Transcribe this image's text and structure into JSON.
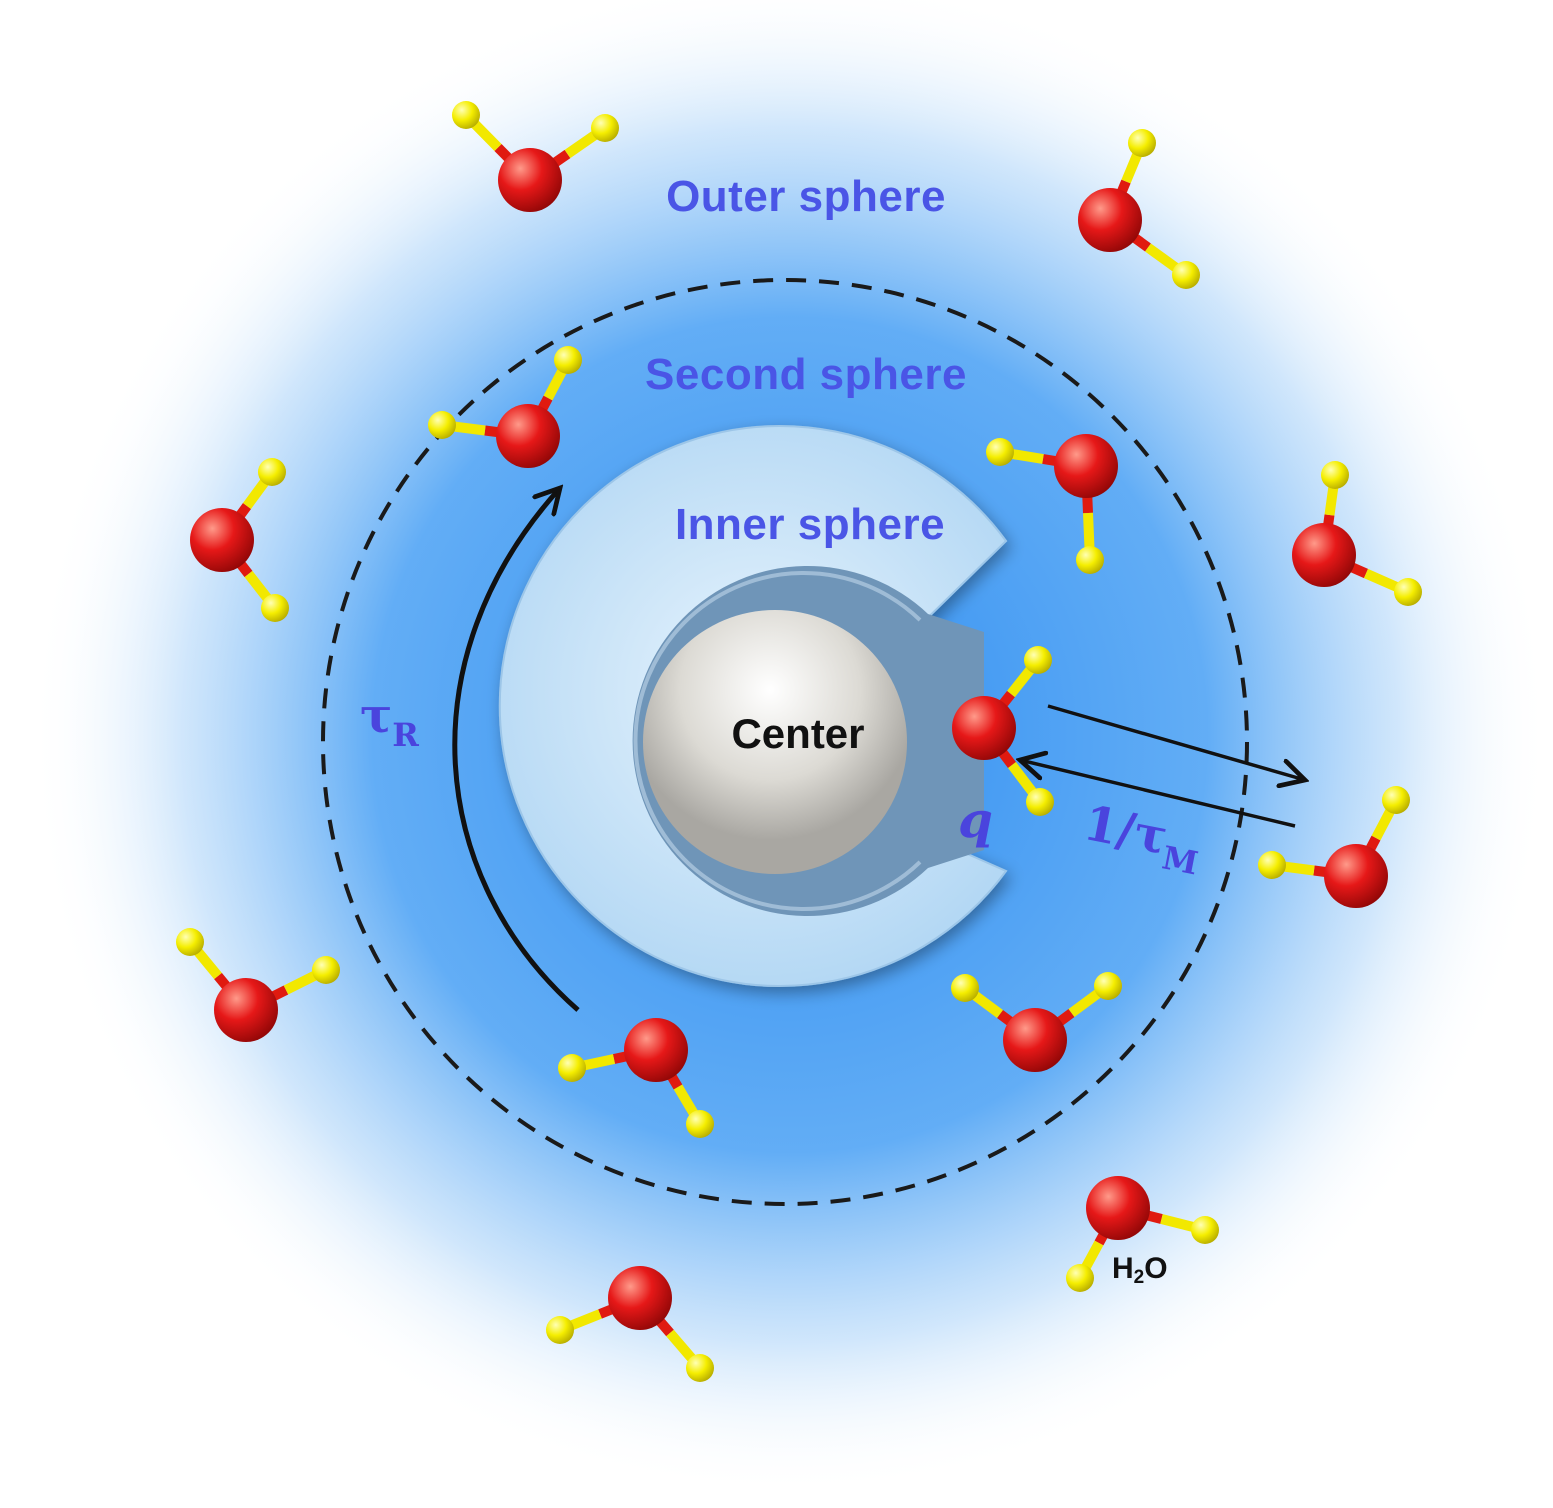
{
  "labels": {
    "outer_sphere": "Outer sphere",
    "second_sphere": "Second sphere",
    "inner_sphere": "Inner sphere",
    "center": "Center",
    "tau_r_symbol": "τ",
    "tau_r_subscript": "R",
    "q": "q",
    "exchange_prefix": "1/τ",
    "exchange_subscript": "M",
    "water_prefix": "H",
    "water_subscript": "2",
    "water_suffix": "O"
  },
  "colors": {
    "halo": "#2f8df0",
    "oxygen": "#e61818",
    "hydrogen": "#f5ee00",
    "inner_shell": "#c6e4f8",
    "core_ring": "#6f95b8",
    "core": "#d8d6d0",
    "label_blue": "#4a55e6",
    "symbol_blue": "#4a44dd",
    "arrow": "#111111"
  }
}
